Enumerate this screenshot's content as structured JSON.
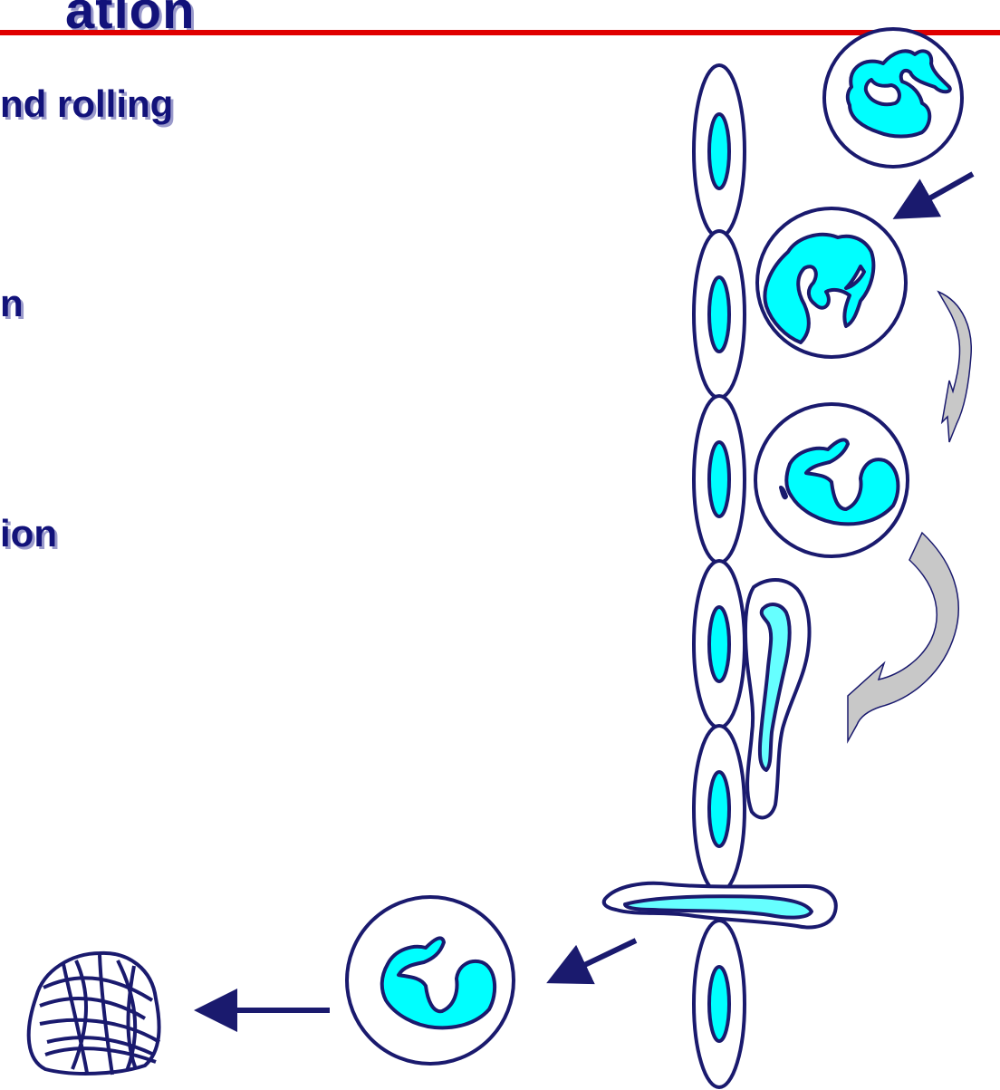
{
  "slide": {
    "title_fragment": "ation",
    "bullets": [
      "nd rolling",
      "n",
      "ion"
    ]
  },
  "colors": {
    "title_text": "#12127a",
    "title_rule": "#e00000",
    "cell_outline": "#1a1a6e",
    "nucleus_fill": "#00ffff",
    "light_nucleus_fill": "#66ffff",
    "curved_arrow_fill": "#c8c8c8",
    "arrow": "#1a1a6e"
  },
  "icons": [
    "endothelial-cell",
    "leukocyte-cell",
    "straight-arrow",
    "curved-arrow",
    "degranulated-cell"
  ]
}
